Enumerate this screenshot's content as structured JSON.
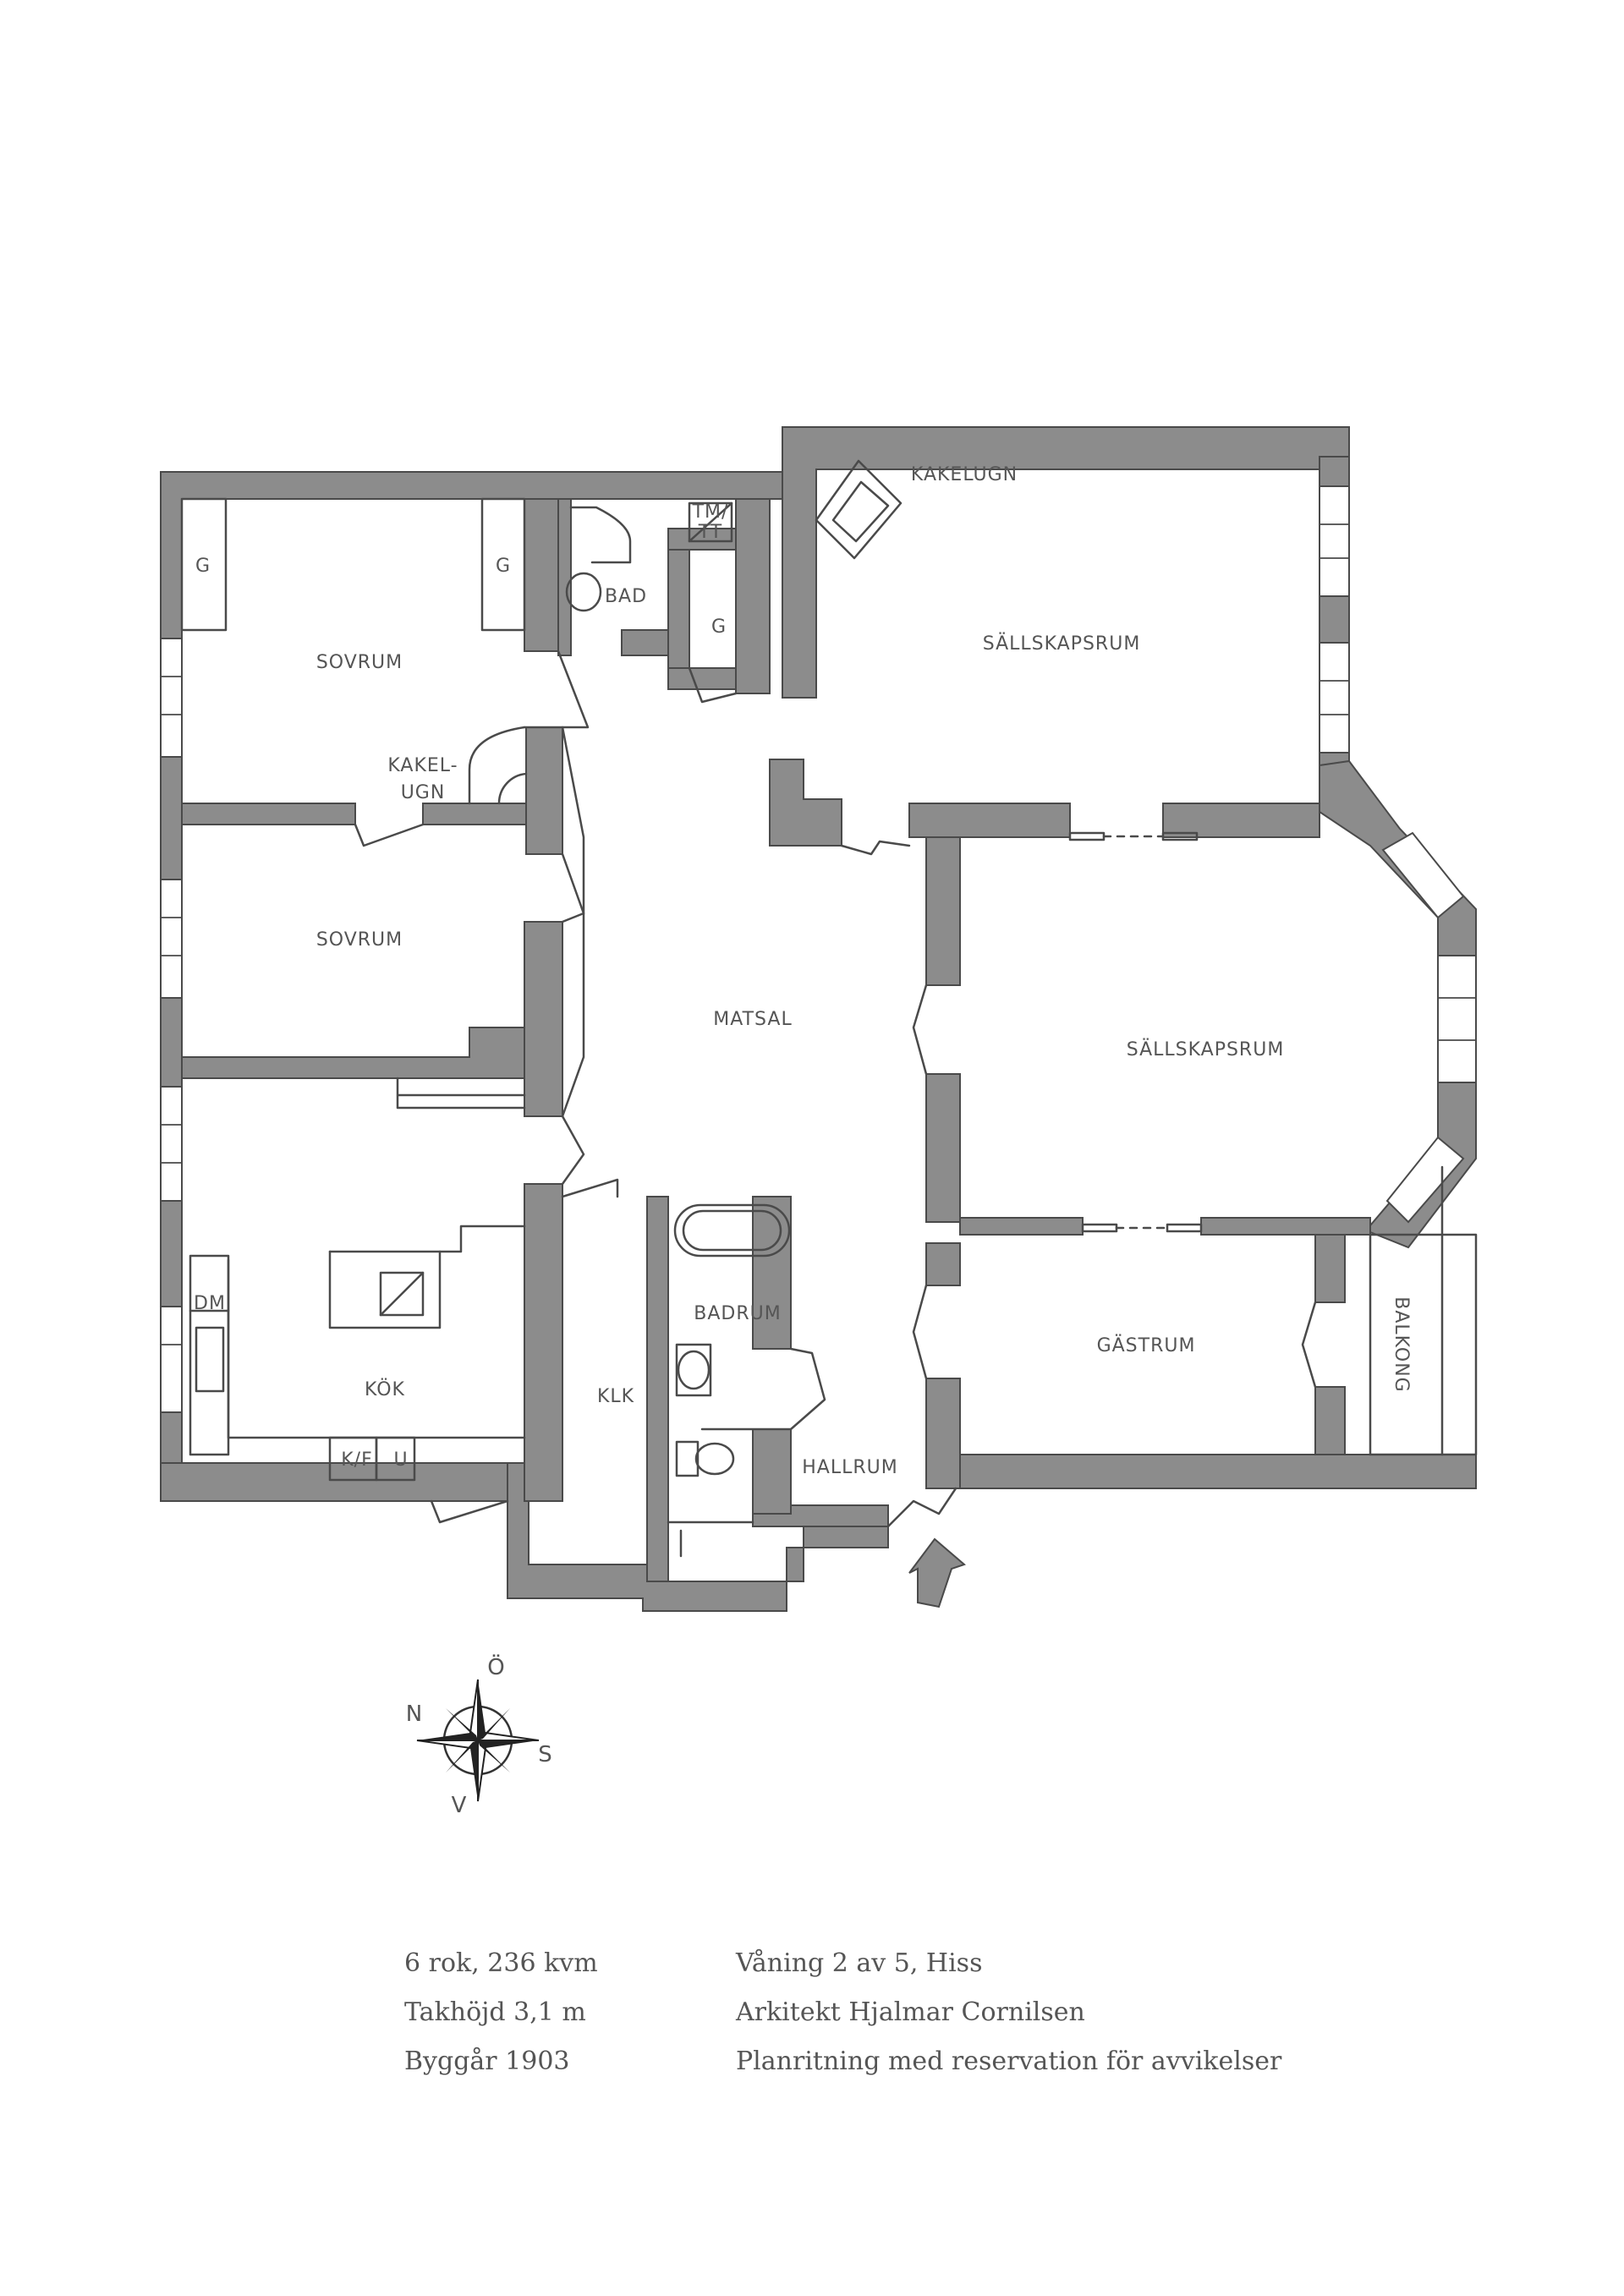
{
  "rooms": {
    "g1": "G",
    "g2": "G",
    "g3": "G",
    "sovrum1": "SOVRUM",
    "sovrum2": "SOVRUM",
    "kakelugn1a": "KAKEL-",
    "kakelugn1b": "UGN",
    "bad": "BAD",
    "tm": "TM/",
    "tt": "TT",
    "kakelugn2": "KAKELUGN",
    "sallskapsrum1": "SÄLLSKAPSRUM",
    "sallskapsrum2": "SÄLLSKAPSRUM",
    "matsal": "MATSAL",
    "badrum": "BADRUM",
    "kok": "KÖK",
    "klk": "KLK",
    "dm": "DM",
    "kf": "K/F",
    "u": "U",
    "hallrum": "HALLRUM",
    "gastrum": "GÄSTRUM",
    "balkong": "BALKONG"
  },
  "compass": {
    "o": "Ö",
    "n": "N",
    "s": "S",
    "v": "V"
  },
  "info": {
    "left": [
      "6 rok, 236 kvm",
      "Takhöjd 3,1 m",
      "Byggår 1903"
    ],
    "right": [
      "Våning 2 av 5, Hiss",
      "Arkitekt Hjalmar Cornilsen",
      "Planritning med reservation för avvikelser"
    ]
  }
}
